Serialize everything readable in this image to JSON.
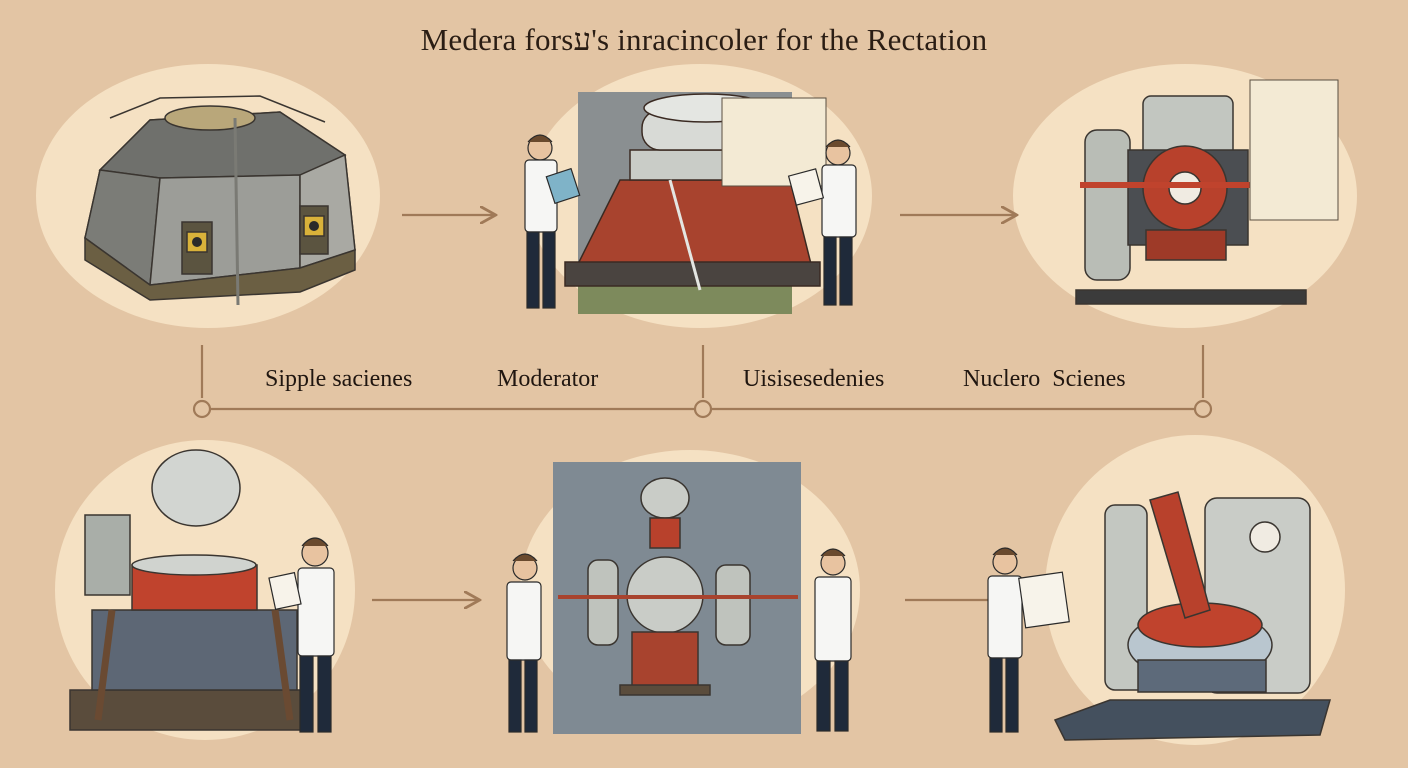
{
  "title": "Medera forsע's inracincoler for the Rectation",
  "labels": [
    "Sipple sacienes",
    "Moderator",
    "Uisisesedenies",
    "Nuclero  Scienes"
  ],
  "colors": {
    "background": "#e3c5a4",
    "circle": "#f5e1c3",
    "connector": "#a07a58",
    "reactor_red": "#b8412c",
    "steel": "#c9ccc7",
    "panel": "#8b959b",
    "coat": "#f6f6f4",
    "pants": "#1f2a3a"
  },
  "icons": [
    "radiation-icon",
    "arrow-right-icon",
    "timeline-node-icon",
    "clipboard-icon",
    "gauge-icon"
  ]
}
